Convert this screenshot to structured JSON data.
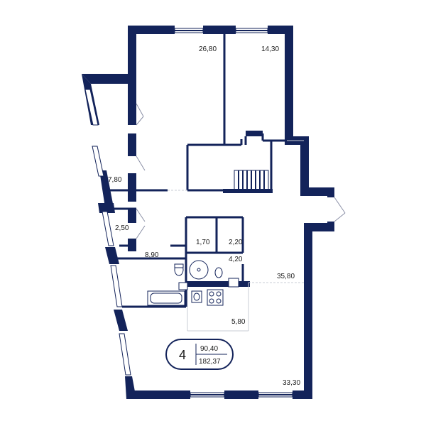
{
  "colors": {
    "wall": "#13235a",
    "background": "#ffffff"
  },
  "rooms": [
    {
      "id": "room-north-left",
      "area": "26,80"
    },
    {
      "id": "room-north-right",
      "area": "14,30"
    },
    {
      "id": "room-west-upper",
      "area": "7,80"
    },
    {
      "id": "room-west-small",
      "area": "2,50"
    },
    {
      "id": "bathroom-1",
      "area": "1,70"
    },
    {
      "id": "bathroom-2",
      "area": "2,20"
    },
    {
      "id": "bathroom-main",
      "area": "8,90"
    },
    {
      "id": "corridor",
      "area": "4,20"
    },
    {
      "id": "living-hall",
      "area": "35,80"
    },
    {
      "id": "kitchen",
      "area": "5,80"
    },
    {
      "id": "room-south",
      "area": "33,30"
    }
  ],
  "badge": {
    "rooms": "4",
    "living_area": "90,40",
    "total_area": "182,37"
  }
}
